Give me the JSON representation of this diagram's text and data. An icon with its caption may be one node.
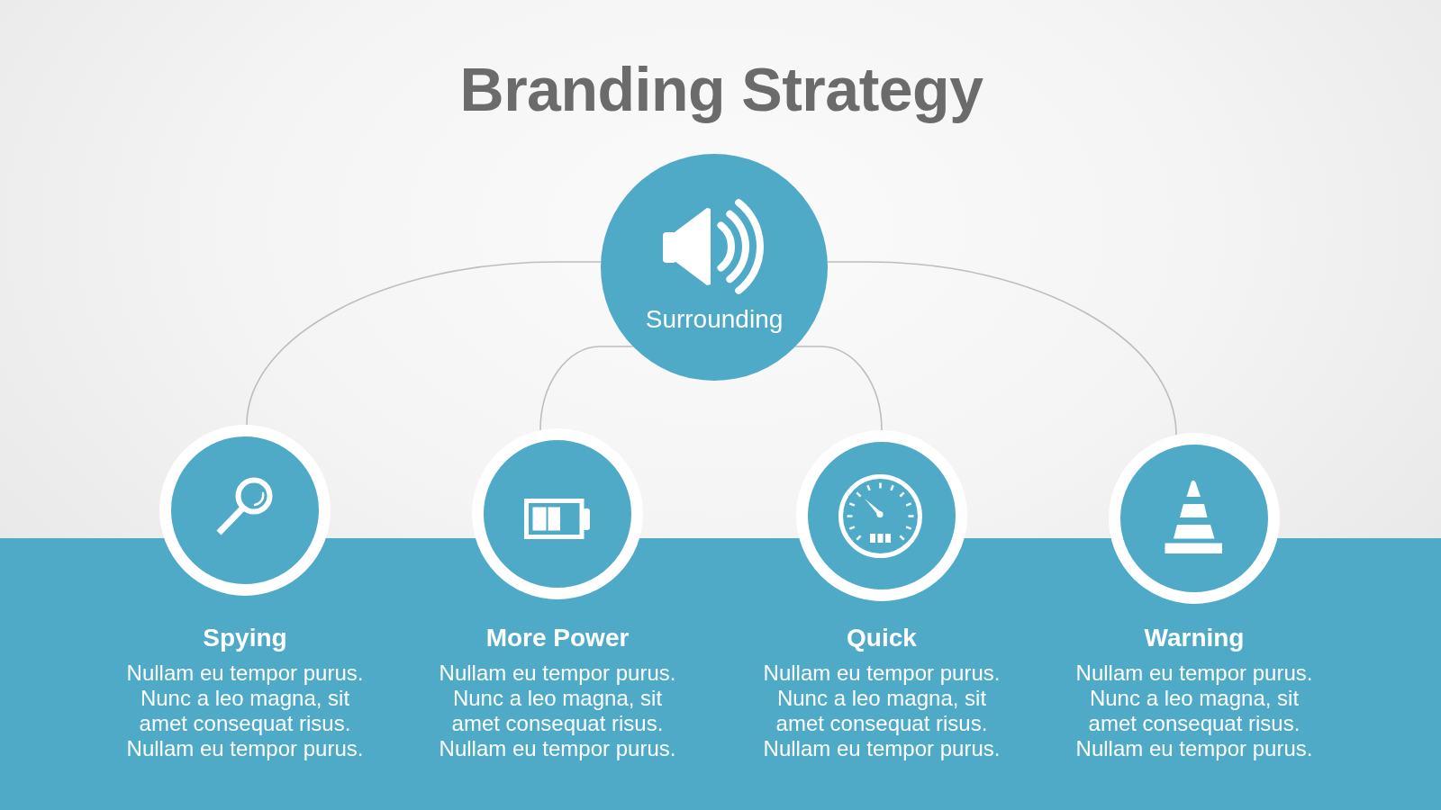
{
  "diagram": {
    "title": "Branding Strategy",
    "nodes": [
      {
        "text": [
          "Surrounding"
        ]
      },
      {
        "text": [
          "Spying",
          "Nullam eu tempor purus. Nunc a leo magna, sit amet consequat risus. Nullam eu tempor purus."
        ]
      },
      {
        "text": [
          "More Power",
          "Nullam eu tempor purus. Nunc a leo magna, sit amet consequat risus. Nullam eu tempor purus."
        ]
      },
      {
        "text": [
          "Quick",
          "Nullam eu tempor purus. Nunc a leo magna, sit amet consequat risus. Nullam eu tempor purus."
        ]
      },
      {
        "text": [
          "Warning",
          "Nullam eu tempor purus. Nunc a leo magna, sit amet consequat risus. Nullam eu tempor purus."
        ]
      }
    ],
    "edges": [
      {
        "from": 0,
        "to": 1,
        "arrow": "none"
      },
      {
        "from": 0,
        "to": 2,
        "arrow": "none"
      },
      {
        "from": 0,
        "to": 3,
        "arrow": "none"
      },
      {
        "from": 0,
        "to": 4,
        "arrow": "none"
      }
    ]
  }
}
